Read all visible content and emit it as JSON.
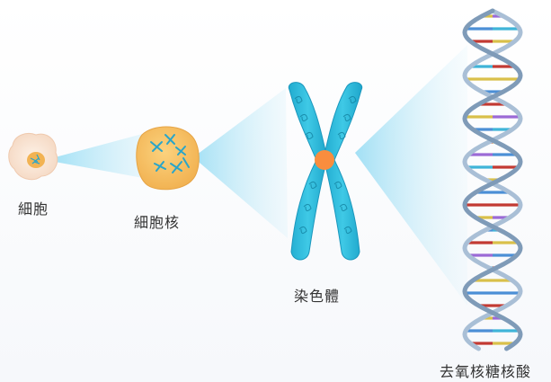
{
  "labels": {
    "cell": "細胞",
    "nucleus": "細胞核",
    "chromosome": "染色體",
    "dna": "去氧核糖核酸"
  },
  "colors": {
    "cell_body": "#fbe7d8",
    "nucleus_fill": "#f7c56d",
    "chromosome": "#29b9d6",
    "centromere": "#f98d3e",
    "dna_backbone": "#8fa9c4",
    "beam": "#9fdff5"
  },
  "icons": [
    "cell-icon",
    "nucleus-icon",
    "chromosome-icon",
    "dna-helix-icon"
  ]
}
